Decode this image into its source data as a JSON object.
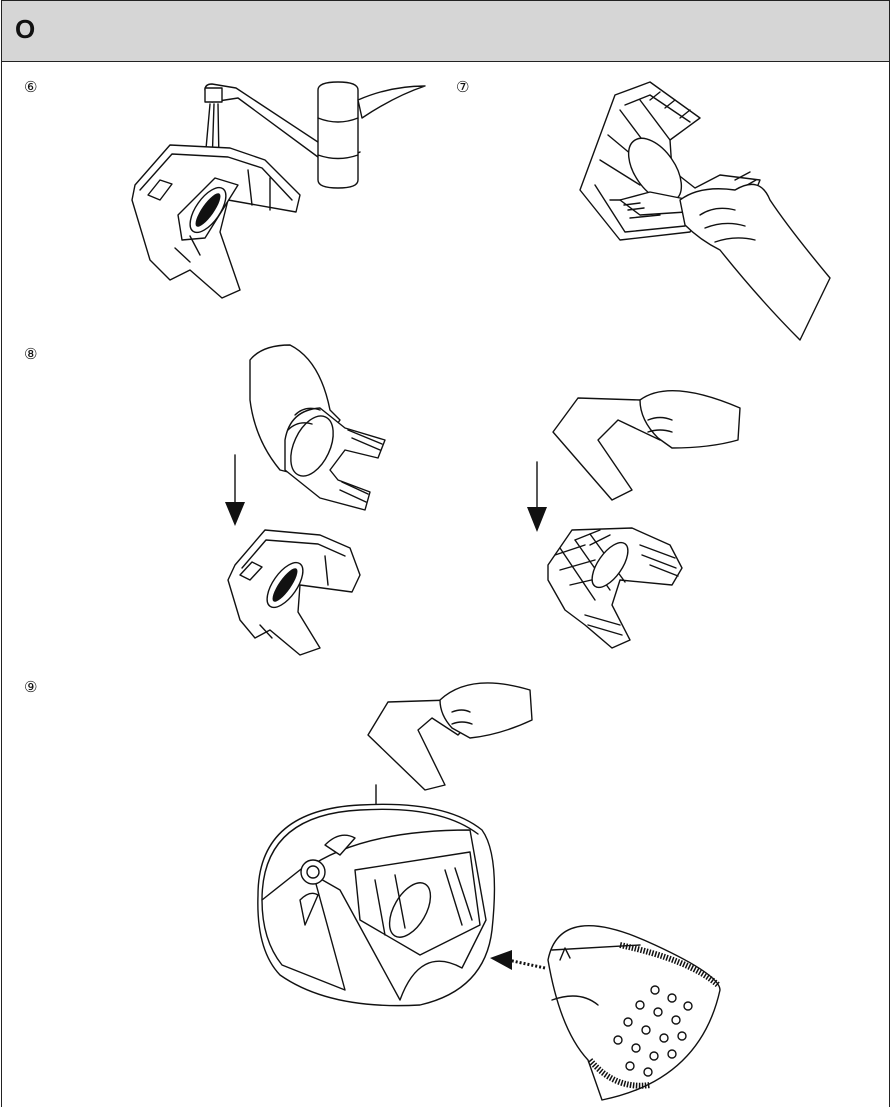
{
  "header": {
    "title": "O",
    "background": "#d6d6d6"
  },
  "steps": [
    {
      "label": "⑥",
      "scene": "rinse-dust-tray-under-tap"
    },
    {
      "label": "⑦",
      "scene": "brush-clean-filter"
    },
    {
      "label": "⑧",
      "scene": "reinsert-filter-and-sponge"
    },
    {
      "label": "⑨",
      "scene": "reattach-to-robot-vacuum"
    }
  ]
}
